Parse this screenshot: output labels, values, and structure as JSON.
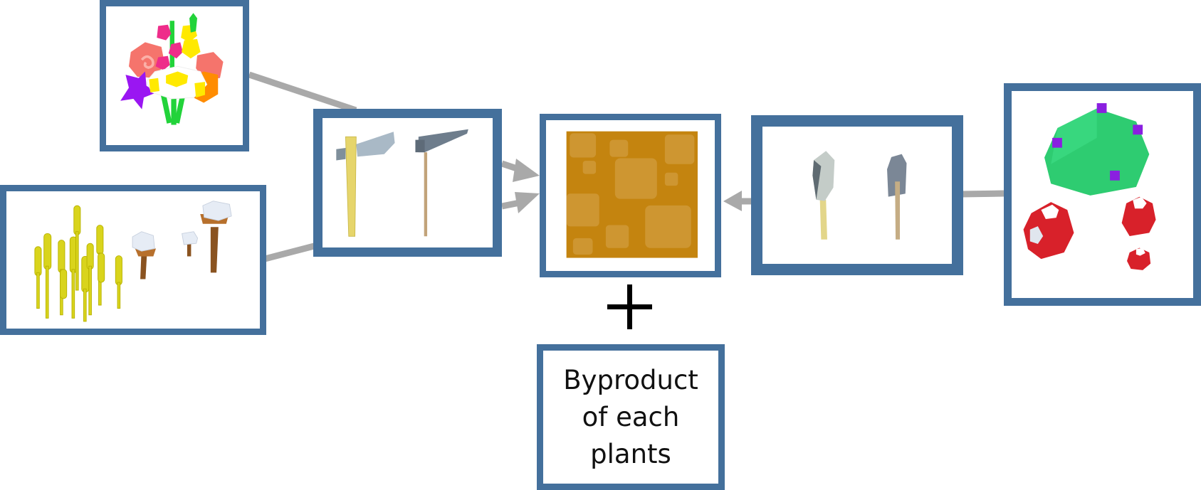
{
  "diagram": {
    "title": "Resource flow to soil",
    "colors": {
      "box_border": "#44709c",
      "connector": "#a9a9a9",
      "soil": "#c4840f",
      "plus": "#000000"
    },
    "nodes": {
      "flowers": {
        "name": "Flower bouquet",
        "icon": "flowers-icon"
      },
      "crops": {
        "name": "Wheat and cotton plants",
        "icon": "wheat-cotton-icon"
      },
      "harvest_tools": {
        "name": "Pickaxe and scythe tools",
        "icon": "pickaxe-scythe-icon"
      },
      "soil": {
        "name": "Soil block",
        "icon": "soil-icon"
      },
      "dig_tools": {
        "name": "Stone shovel and spade",
        "icon": "shovel-icon"
      },
      "fungi": {
        "name": "Green bush and red mushrooms",
        "icon": "mushroom-icon"
      },
      "byproduct": {
        "label": "Byproduct\nof each\nplants"
      }
    },
    "operators": {
      "plus": "+"
    },
    "edges": [
      {
        "from": "flowers",
        "to": "harvest_tools",
        "type": "line"
      },
      {
        "from": "crops",
        "to": "harvest_tools",
        "type": "line"
      },
      {
        "from": "harvest_tools",
        "to": "soil",
        "type": "arrow"
      },
      {
        "from": "harvest_tools",
        "to": "soil",
        "type": "arrow"
      },
      {
        "from": "fungi",
        "to": "dig_tools",
        "type": "line"
      },
      {
        "from": "dig_tools",
        "to": "soil",
        "type": "arrow"
      }
    ]
  }
}
